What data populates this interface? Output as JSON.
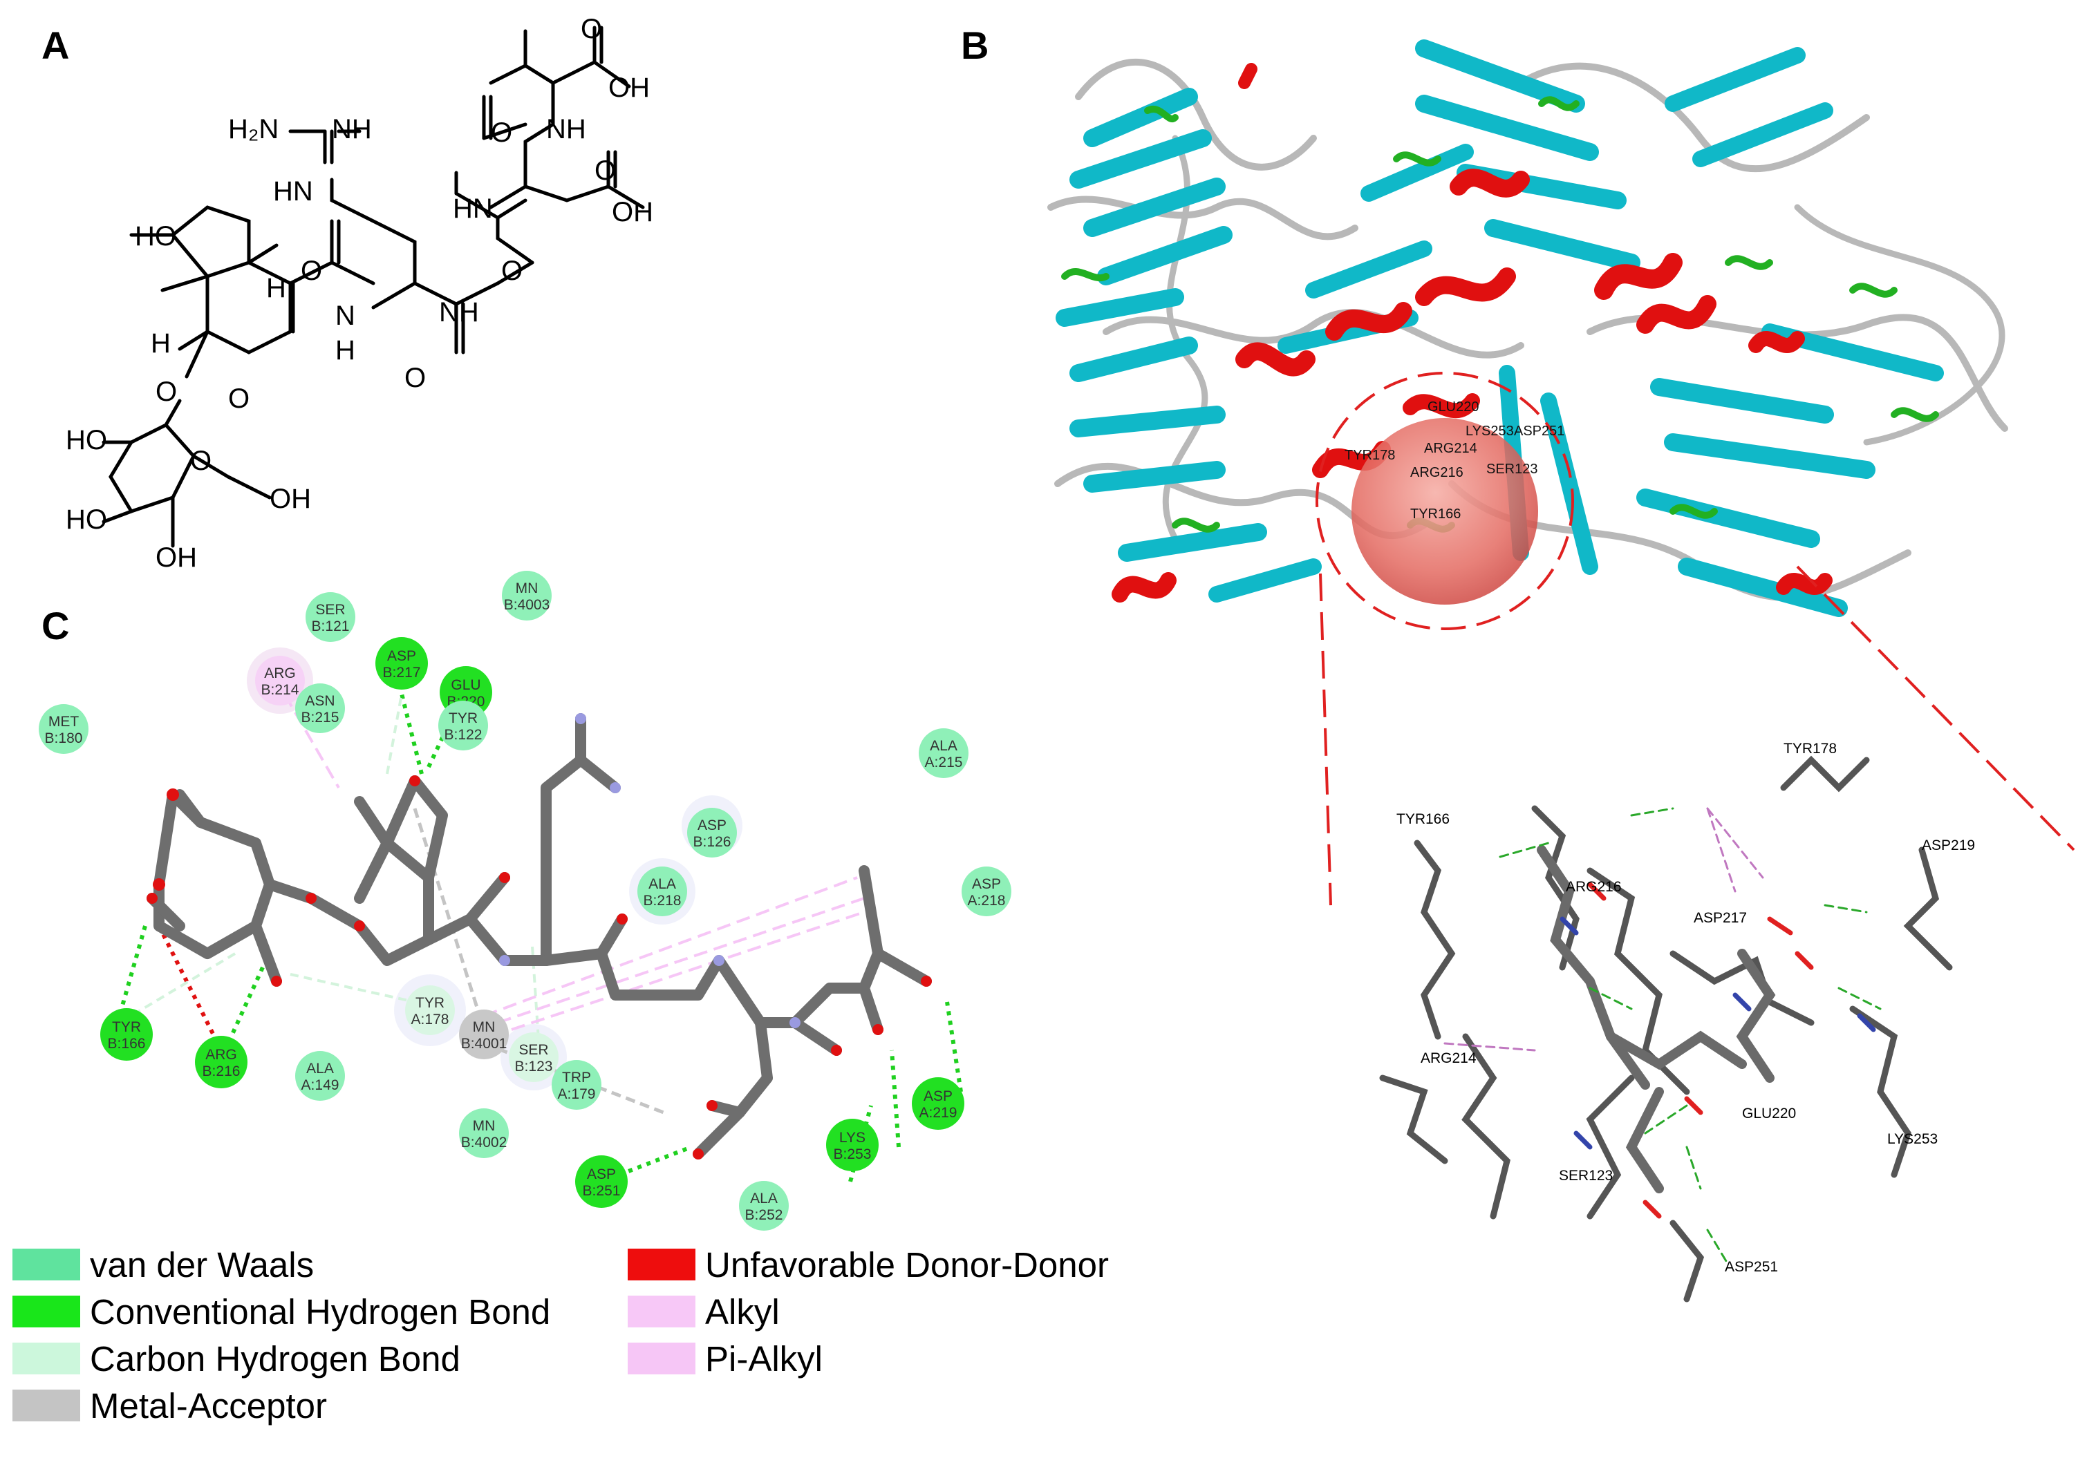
{
  "panels": {
    "a": "A",
    "b": "B",
    "c": "C"
  },
  "panel_a_atoms": {
    "h2n": "H₂N",
    "nh_imine": "NH",
    "hn_guan": "HN",
    "ho": "HO",
    "h_top": "H",
    "h_bottom": "H",
    "o_ring": "O",
    "o_glyco": "O",
    "o_sugar": "O",
    "ho_1": "HO",
    "ho_2": "HO",
    "oh_bottom": "OH",
    "oh_ch2": "OH",
    "o_amide1": "O",
    "nh_amide1": "N",
    "h_amide1": "H",
    "o_amide2": "O",
    "nh_amide2": "NH",
    "o_amide3": "O",
    "hn_asp": "HN",
    "o_amide4": "O",
    "nh_val": "NH",
    "o_cooh_asp": "O",
    "oh_cooh_asp": "OH",
    "o_cooh_val": "O",
    "oh_cooh_val": "OH"
  },
  "residues": [
    {
      "name": "MET",
      "num": "B:180",
      "type": "vdw"
    },
    {
      "name": "SER",
      "num": "B:121",
      "type": "vdw"
    },
    {
      "name": "MN",
      "num": "B:4003",
      "type": "vdw"
    },
    {
      "name": "ARG",
      "num": "B:214",
      "type": "alkyl"
    },
    {
      "name": "ASN",
      "num": "B:215",
      "type": "vdw"
    },
    {
      "name": "ASP",
      "num": "B:217",
      "type": "hbond"
    },
    {
      "name": "GLU",
      "num": "B:220",
      "type": "hbond"
    },
    {
      "name": "TYR",
      "num": "B:122",
      "type": "vdw"
    },
    {
      "name": "ALA",
      "num": "A:215",
      "type": "vdw"
    },
    {
      "name": "ASP",
      "num": "B:126",
      "type": "vdw"
    },
    {
      "name": "ALA",
      "num": "B:218",
      "type": "vdw"
    },
    {
      "name": "ASP",
      "num": "A:218",
      "type": "vdw"
    },
    {
      "name": "TYR",
      "num": "B:166",
      "type": "hbond"
    },
    {
      "name": "ARG",
      "num": "B:216",
      "type": "hbond"
    },
    {
      "name": "ALA",
      "num": "A:149",
      "type": "vdw"
    },
    {
      "name": "TYR",
      "num": "A:178",
      "type": "chbond"
    },
    {
      "name": "MN",
      "num": "B:4001",
      "type": "metal"
    },
    {
      "name": "SER",
      "num": "B:123",
      "type": "chbond"
    },
    {
      "name": "TRP",
      "num": "A:179",
      "type": "vdw"
    },
    {
      "name": "MN",
      "num": "B:4002",
      "type": "vdw"
    },
    {
      "name": "ASP",
      "num": "B:251",
      "type": "hbond"
    },
    {
      "name": "ALA",
      "num": "B:252",
      "type": "vdw"
    },
    {
      "name": "LYS",
      "num": "B:253",
      "type": "hbond"
    },
    {
      "name": "ASP",
      "num": "A:219",
      "type": "hbond"
    }
  ],
  "panel_b_site_labels": [
    {
      "text": "GLU220"
    },
    {
      "text": "LYS253"
    },
    {
      "text": "ASP251"
    },
    {
      "text": "TYR178"
    },
    {
      "text": "ARG214"
    },
    {
      "text": "SER123"
    },
    {
      "text": "ARG216"
    },
    {
      "text": "TYR166"
    }
  ],
  "panel_b_zoom_labels": [
    {
      "text": "TYR166"
    },
    {
      "text": "TYR178"
    },
    {
      "text": "ASP219"
    },
    {
      "text": "ARG216"
    },
    {
      "text": "ASP217"
    },
    {
      "text": "ARG214"
    },
    {
      "text": "GLU220"
    },
    {
      "text": "LYS253"
    },
    {
      "text": "SER123"
    },
    {
      "text": "ASP251"
    }
  ],
  "legend": [
    {
      "label": "van der Waals",
      "color": "#5fe39e"
    },
    {
      "label": "Conventional Hydrogen Bond",
      "color": "#19e61a"
    },
    {
      "label": "Carbon Hydrogen Bond",
      "color": "#ccf7dc"
    },
    {
      "label": "Metal-Acceptor",
      "color": "#c4c4c4"
    },
    {
      "label": "Unfavorable Donor-Donor",
      "color": "#ee0d0d"
    },
    {
      "label": "Alkyl",
      "color": "#f7c8f7"
    },
    {
      "label": "Pi-Alkyl",
      "color": "#f6c6f6"
    }
  ],
  "colors": {
    "vdw": "#8ff0b8",
    "hbond": "#22e022",
    "chbond": "#d9f6e3",
    "metal": "#c8c8c8",
    "alkyl": "#f6d2f6",
    "helix": "#e01010",
    "sheet": "#10b8c8",
    "turn": "#22b022",
    "coil": "#b8b8b8",
    "sphere": "#e86060"
  }
}
